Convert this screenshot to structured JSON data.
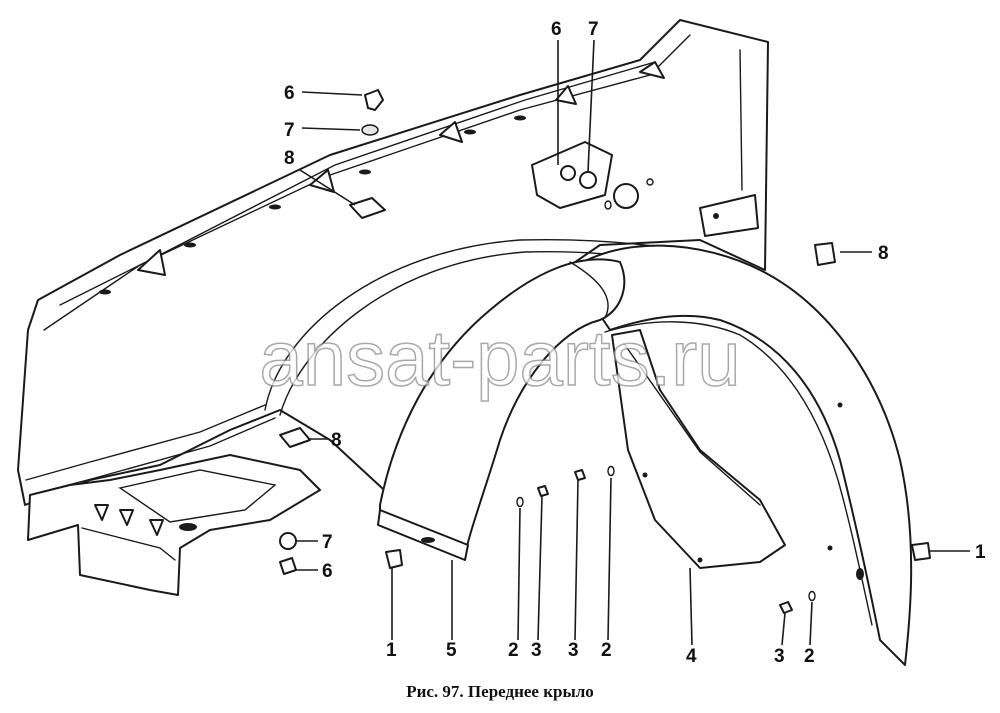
{
  "figure": {
    "caption": "Рис. 97. Переднее крыло",
    "watermark": "ansat-parts.ru"
  },
  "callouts": [
    {
      "id": "c6-top-left",
      "label": "6"
    },
    {
      "id": "c7-top-left",
      "label": "7"
    },
    {
      "id": "c8-top-left",
      "label": "8"
    },
    {
      "id": "c6-top-center",
      "label": "6"
    },
    {
      "id": "c7-top-center",
      "label": "7"
    },
    {
      "id": "c8-right",
      "label": "8"
    },
    {
      "id": "c8-middle",
      "label": "8"
    },
    {
      "id": "c7-bottom-left",
      "label": "7"
    },
    {
      "id": "c6-bottom-left",
      "label": "6"
    },
    {
      "id": "c1-right",
      "label": "1"
    },
    {
      "id": "b1",
      "label": "1"
    },
    {
      "id": "b5",
      "label": "5"
    },
    {
      "id": "b2a",
      "label": "2"
    },
    {
      "id": "b3a",
      "label": "3"
    },
    {
      "id": "b3b",
      "label": "3"
    },
    {
      "id": "b2b",
      "label": "2"
    },
    {
      "id": "b4",
      "label": "4"
    },
    {
      "id": "b3c",
      "label": "3"
    },
    {
      "id": "b2c",
      "label": "2"
    }
  ],
  "colors": {
    "ink": "#1a1a1a",
    "paper": "#ffffff",
    "watermark": "#8c8c8c"
  }
}
